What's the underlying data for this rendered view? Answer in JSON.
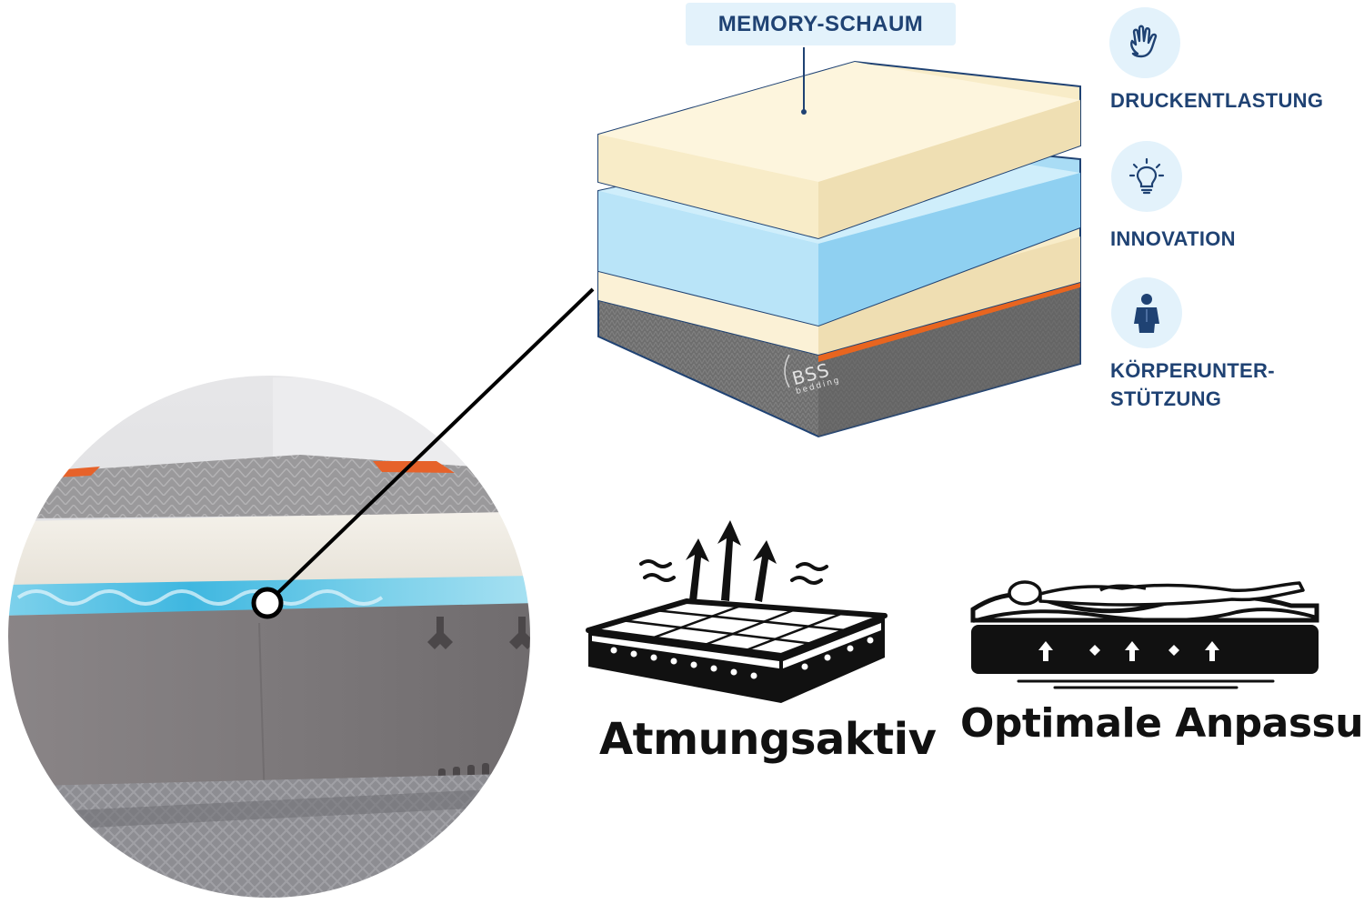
{
  "layer_label": "MEMORY-SCHAUM",
  "brand": {
    "name": "BSS",
    "sub": "bedding"
  },
  "features": [
    {
      "icon": "hand-icon",
      "label": "DRUCKENTLASTUNG"
    },
    {
      "icon": "lightbulb-icon",
      "label": "INNOVATION"
    },
    {
      "icon": "person-icon",
      "label": "KÖRPERUNTER-\nSTÜTZUNG"
    }
  ],
  "badges": [
    {
      "icon": "breathable-mattress-icon",
      "label": "Atmungsaktiv"
    },
    {
      "icon": "body-on-mattress-icon",
      "label": "Optimale Anpassung"
    }
  ],
  "colors": {
    "accent_navy": "#1f4273",
    "label_bg": "#e3f2fb",
    "memory_foam_cream": "#f8ecc8",
    "gel_blue": "#a9dcf5",
    "base_gray": "#6e6e6e",
    "orange_stripe": "#e8651f"
  }
}
